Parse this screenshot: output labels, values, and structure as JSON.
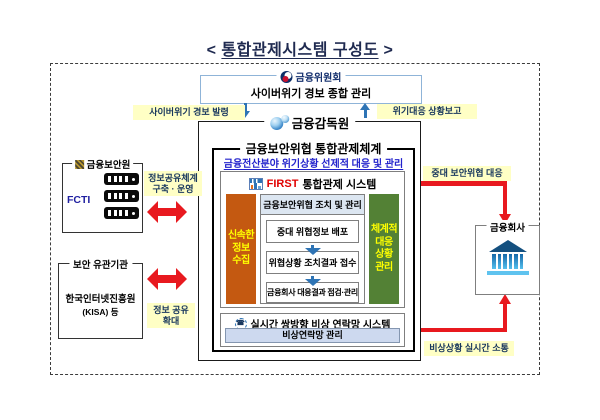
{
  "page": {
    "title_open": "<",
    "title_text": "통합관제시스템 구성도",
    "title_close": ">"
  },
  "fsc": {
    "name": "금융위원회",
    "desc": "사이버위기 경보 종합 관리"
  },
  "fss": {
    "name": "금융감독원"
  },
  "flow_labels": {
    "alert_issuance": "사이버위기 경보 발령",
    "status_report": "위기대응 상황보고",
    "major_threat_response": "중대 보안위협 대응",
    "emergency_realtime_comm": "비상상황 실시간 소통",
    "info_system_line1": "정보공유체계",
    "info_system_line2": "구축 · 운영",
    "info_share_line1": "정보 공유",
    "info_share_line2": "확대"
  },
  "control_system": {
    "title": "금융보안위협 통합관제체계",
    "subtitle": "금융전산분야 위기상황 선제적 대응 및 관리",
    "first": {
      "brand": "FIRST",
      "suffix": "통합관제 시스템",
      "left_bar": [
        "신속한",
        "정보",
        "수집"
      ],
      "right_bar": [
        "체계적",
        "대응",
        "상황",
        "관리"
      ],
      "header": "금융보안위협 조치 및 관리",
      "steps": [
        "중대 위협정보 배포",
        "위협상황 조치결과 접수",
        "금융회사 대응결과 점검·관리"
      ]
    },
    "emergency_network": {
      "title": "실시간 쌍방향 비상 연락망 시스템",
      "managed": "비상연락망 관리"
    }
  },
  "fsi": {
    "name": "금융보안원",
    "brand": "FCTI"
  },
  "related_org": {
    "name": "보안 유관기관",
    "line1": "한국인터넷진흥원",
    "line2": "(KISA) 등"
  },
  "financial_company": {
    "name": "금융회사"
  },
  "colors": {
    "red_arrow": "#e8191f",
    "blue_arrow": "#2e74b5",
    "label_bg": "#ffffc5",
    "label_text": "#17365d",
    "orange_bar": "#c45911",
    "green_bar": "#538135",
    "bar_text": "#ffff00",
    "subtitle_blue": "#2222cc",
    "first_brand_red": "#e00000",
    "fcti_navy": "#1f1fa0"
  }
}
